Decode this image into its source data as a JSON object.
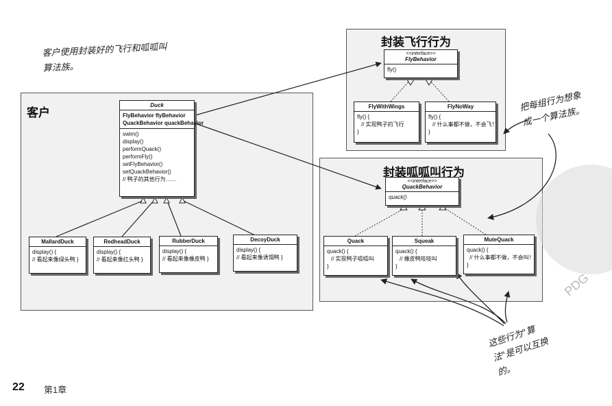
{
  "header_text": "",
  "annotations": {
    "client_note_line1": "客户使用封装好的飞行和呱呱叫",
    "client_note_line2": "算法族。",
    "family_note_line1": "把每组行为想象",
    "family_note_line2": "成一个算法族。",
    "swap_note_line1": "这些行为\"算",
    "swap_note_line2": "法\"是可以互换",
    "swap_note_line3": "的。"
  },
  "client_panel": {
    "title": "客户",
    "duck": {
      "name": "Duck",
      "fields": [
        "FlyBehavior flyBehavior",
        "QuackBehavior quackBehavior"
      ],
      "methods": [
        "swim()",
        "display()",
        "performQuack()",
        "performFly()",
        "setFlyBehavior()",
        "setQuackBehavior()",
        "// 鸭子的其他行为……"
      ]
    },
    "subclasses": [
      {
        "name": "MallardDuck",
        "method": "display() {",
        "body": "// 看起来像绿头鸭 }"
      },
      {
        "name": "RedheadDuck",
        "method": "display() {",
        "body": "// 看起来像红头鸭 }"
      },
      {
        "name": "RubberDuck",
        "method": "display() {",
        "body": "// 看起来像橡皮鸭 }"
      },
      {
        "name": "DecoyDuck",
        "method": "display() {",
        "body": "// 看起来像诱饵鸭 }"
      }
    ]
  },
  "fly_panel": {
    "title": "封装飞行行为",
    "interface": {
      "stereotype": "<<interface>>",
      "name": "FlyBehavior",
      "method": "fly()"
    },
    "impls": [
      {
        "name": "FlyWithWings",
        "l1": "fly() {",
        "l2": "// 实现鸭子的飞行",
        "l3": "}"
      },
      {
        "name": "FlyNoWay",
        "l1": "fly() {",
        "l2": "// 什么事都不做，不会飞！",
        "l3": "}"
      }
    ]
  },
  "quack_panel": {
    "title": "封装呱呱叫行为",
    "interface": {
      "stereotype": "<<interface>>",
      "name": "QuackBehavior",
      "method": "quack()"
    },
    "impls": [
      {
        "name": "Quack",
        "l1": "quack() {",
        "l2": "// 实现鸭子呱呱叫",
        "l3": "}"
      },
      {
        "name": "Squeak",
        "l1": "quack() {",
        "l2": "// 橡皮鸭吱吱叫",
        "l3": "}"
      },
      {
        "name": "MuteQuack",
        "l1": "quack() {",
        "l2": "// 什么事都不做，不会叫！",
        "l3": "}"
      }
    ]
  },
  "footer": {
    "page_number": "22",
    "chapter": "第1章"
  },
  "watermark": "PDG"
}
